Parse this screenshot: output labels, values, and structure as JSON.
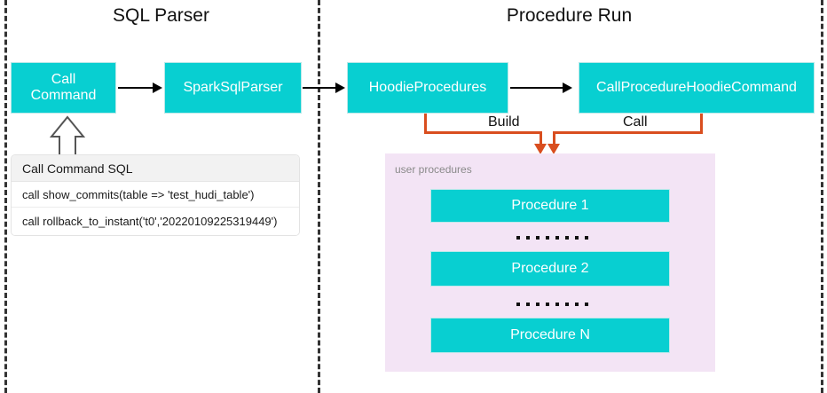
{
  "diagram": {
    "sections": [
      {
        "id": "sql-parser",
        "title": "SQL Parser"
      },
      {
        "id": "procedure-run",
        "title": "Procedure Run"
      }
    ],
    "nodes": {
      "call_command": "Call\nCommand",
      "spark_sql_parser": "SparkSqlParser",
      "hoodie_procedures": "HoodieProcedures",
      "call_procedure_hoodie_command": "CallProcedureHoodieCommand"
    },
    "edges": {
      "build_label": "Build",
      "call_label": "Call"
    },
    "sql_table": {
      "header": "Call Command SQL",
      "rows": [
        "call show_commits(table => 'test_hudi_table')",
        "call rollback_to_instant('t0','20220109225319449')"
      ]
    },
    "user_procedures": {
      "label": "user procedures",
      "items": [
        "Procedure 1",
        "Procedure 2",
        "Procedure N"
      ],
      "ellipsis_dot_count": 8
    },
    "colors": {
      "node_fill": "#08CFD1",
      "node_text": "#FFFFFF",
      "panel_fill": "#F3E4F5",
      "orange_edge": "#D94E1F",
      "black_edge": "#000000",
      "separator": "#333333"
    }
  }
}
